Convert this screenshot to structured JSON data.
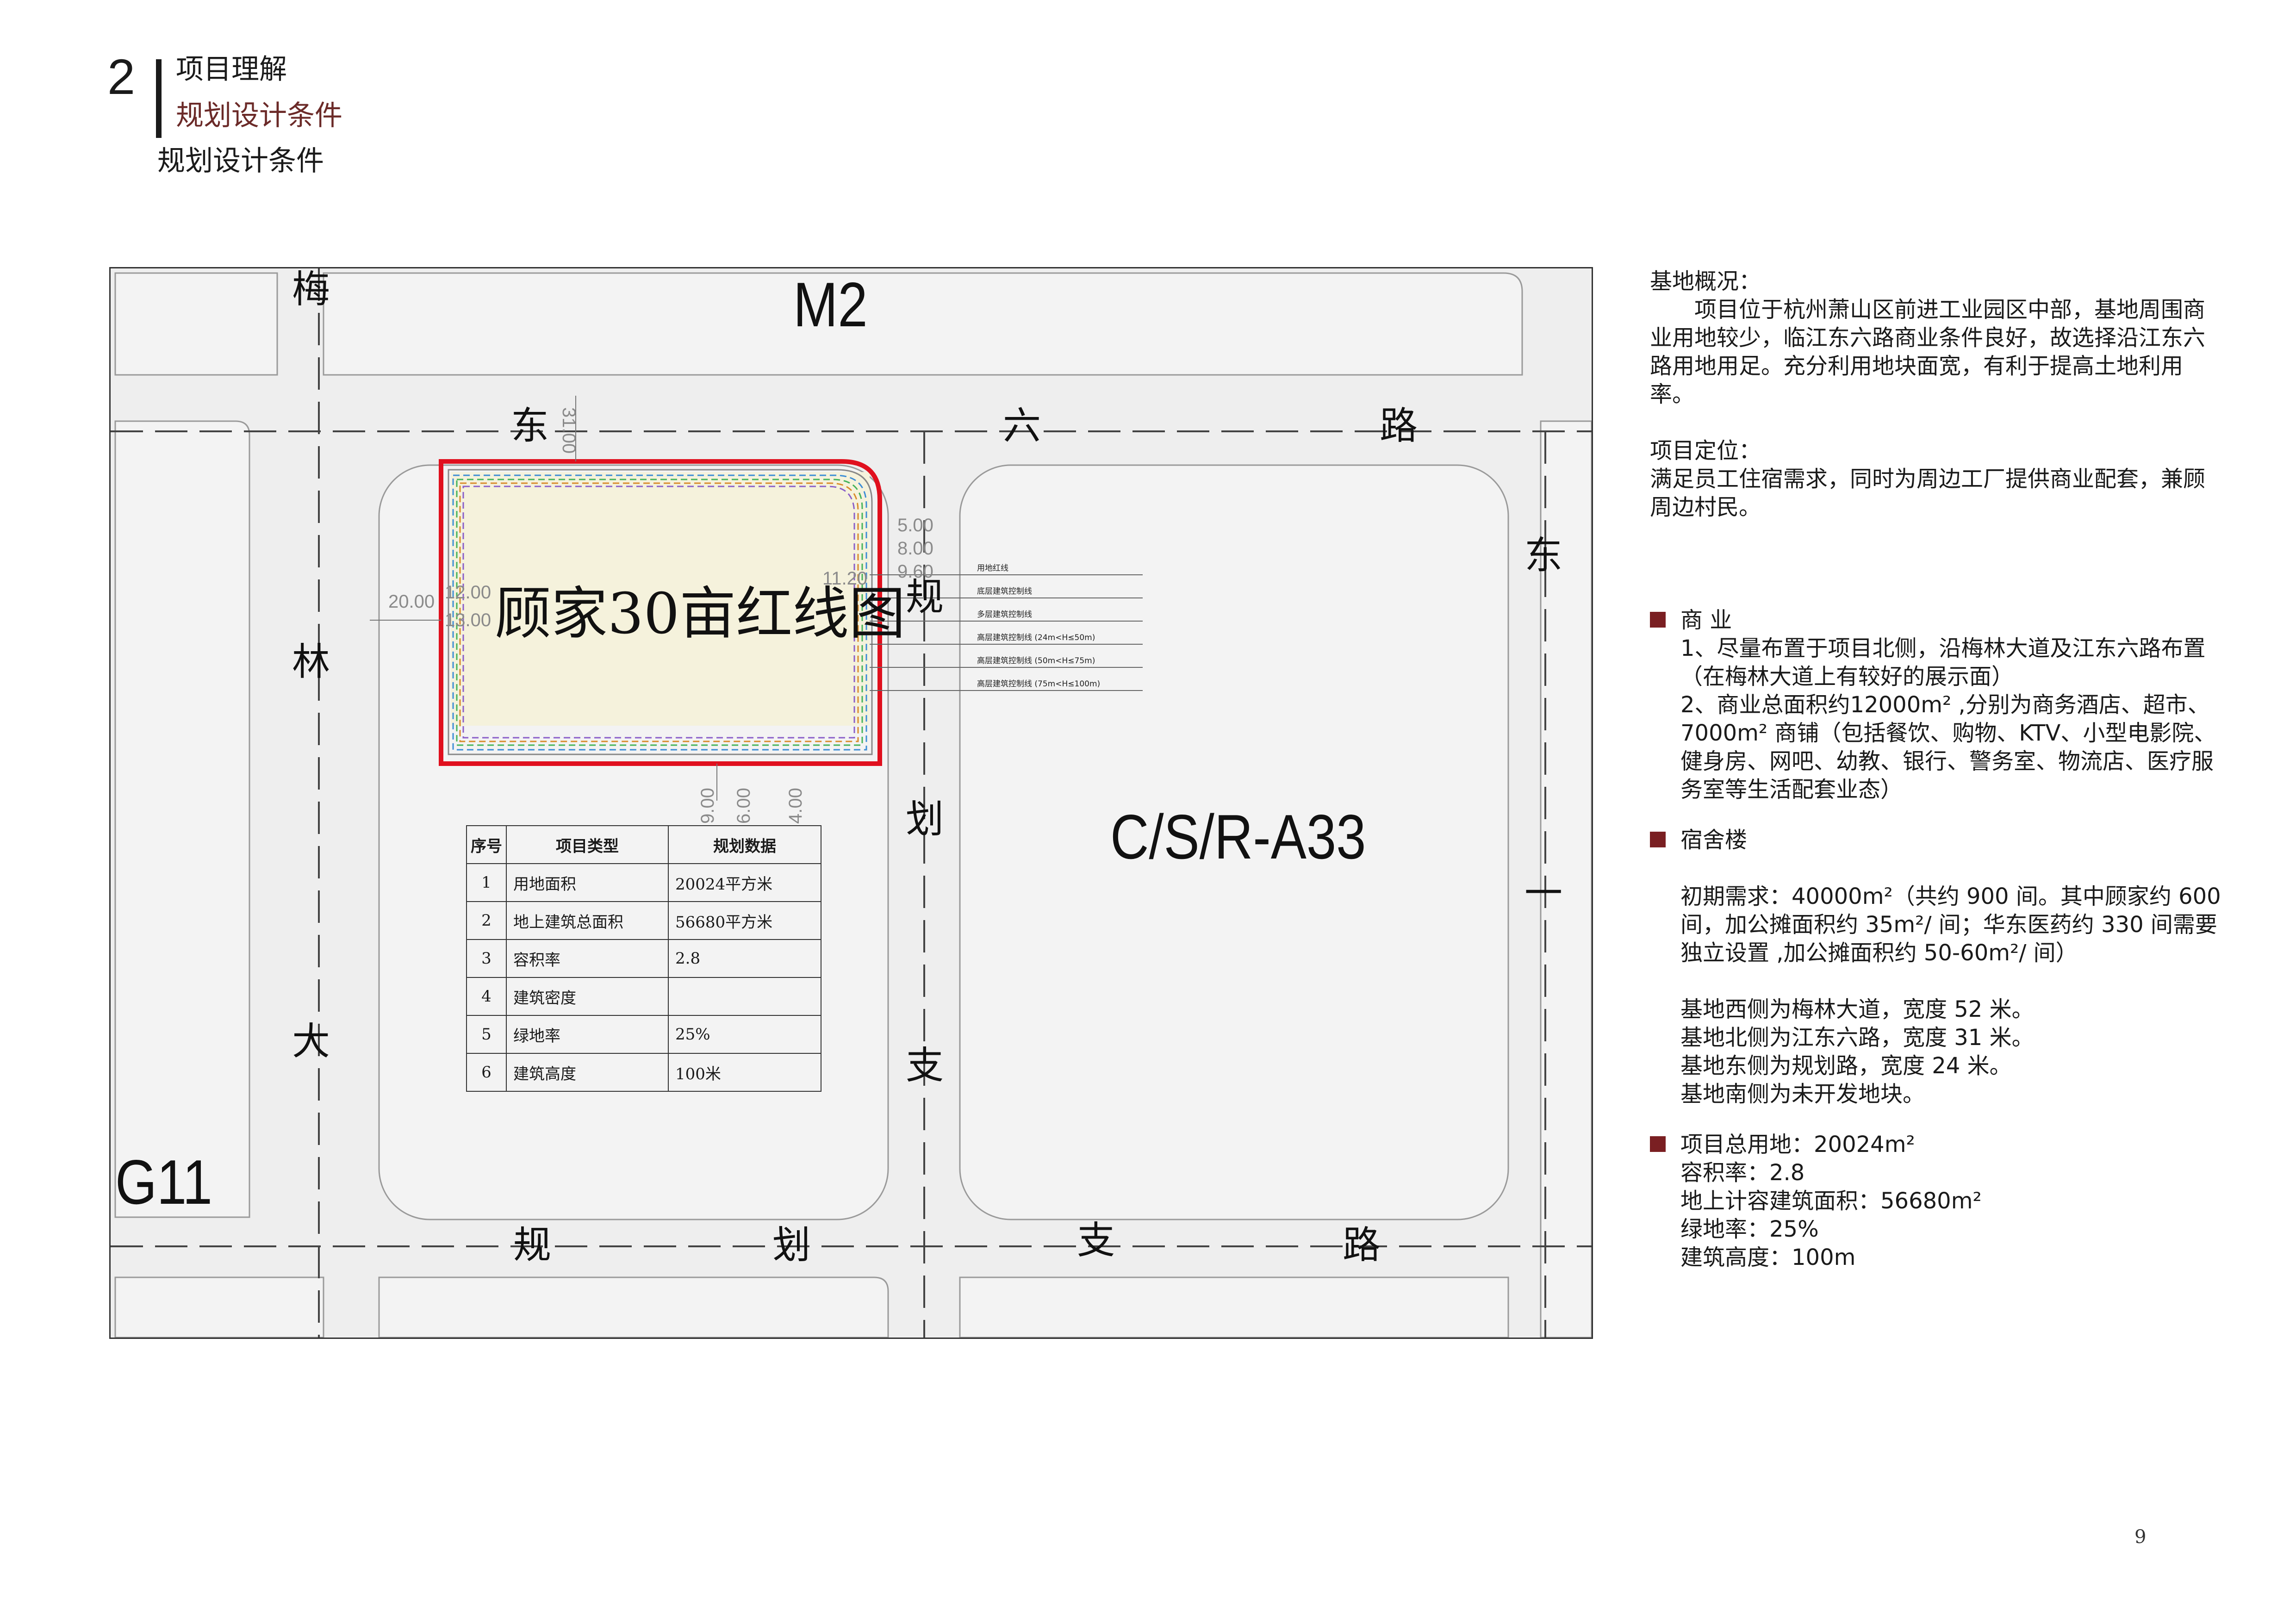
{
  "header": {
    "section_number": "2",
    "section_title": "项目理解",
    "section_subtitle": "规划设计条件",
    "page_heading": "规划设计条件"
  },
  "plan": {
    "roads": {
      "north_char_1": "东",
      "north_char_2": "六",
      "north_char_3": "路",
      "west_char_1": "梅",
      "west_char_2": "林",
      "west_char_3": "大",
      "middle_char_1": "规",
      "middle_char_2": "划",
      "middle_char_3": "支",
      "south_char_1": "规",
      "south_char_2": "划",
      "south_char_3": "支",
      "south_char_4": "路",
      "east_char_1": "东",
      "east_char_2": "一"
    },
    "zones": {
      "north": "M2",
      "east": "C/S/R-A33",
      "southwest": "G11"
    },
    "site_title": "顾家30亩红线图",
    "dimensions": {
      "north_setback": "31.00",
      "west_outer": "20.00",
      "west_inner_1": "12.00",
      "west_inner_2": "13.00",
      "east_1": "5.00",
      "east_2": "8.00",
      "east_3": "9.60",
      "east_4": "11.20",
      "south_1": "9.00",
      "south_2": "6.00",
      "south_3": "4.00"
    },
    "legend": [
      "用地红线",
      "底层建筑控制线",
      "多层建筑控制线",
      "高层建筑控制线 (24m<H≤50m)",
      "高层建筑控制线 (50m<H≤75m)",
      "高层建筑控制线 (75m<H≤100m)"
    ],
    "table": {
      "headers": [
        "序号",
        "项目类型",
        "规划数据"
      ],
      "rows": [
        [
          "1",
          "用地面积",
          "20024平方米"
        ],
        [
          "2",
          "地上建筑总面积",
          "56680平方米"
        ],
        [
          "3",
          "容积率",
          "2.8"
        ],
        [
          "4",
          "建筑密度",
          ""
        ],
        [
          "5",
          "绿地率",
          "25%"
        ],
        [
          "6",
          "建筑高度",
          "100米"
        ]
      ]
    }
  },
  "overview": {
    "title": "基地概况：",
    "text": "项目位于杭州萧山区前进工业园区中部，基地周围商业用地较少，临江东六路商业条件良好，故选择沿江东六路用地用足。充分利用地块面宽，有利于提高土地利用率。"
  },
  "positioning": {
    "title": "项目定位：",
    "text": "满足员工住宿需求，同时为周边工厂提供商业配套，兼顾周边村民。"
  },
  "commerce": {
    "title": "商 业",
    "item1": "1、尽量布置于项目北侧，沿梅林大道及江东六路布置（在梅林大道上有较好的展示面）",
    "item2": "2、商业总面积约12000m² ,分别为商务酒店、超市、7000m² 商铺（包括餐饮、购物、KTV、小型电影院、健身房、网吧、幼教、银行、警务室、物流店、医疗服务室等生活配套业态）"
  },
  "dorm": {
    "title": "宿舍楼",
    "demand": "初期需求：40000m²（共约 900 间。其中顾家约 600 间，加公摊面积约 35m²/ 间；华东医药约 330 间需要独立设置 ,加公摊面积约 50-60m²/ 间）",
    "west": "基地西侧为梅林大道，宽度 52 米。",
    "north": "基地北侧为江东六路，宽度 31 米。",
    "east": "基地东侧为规划路，宽度 24 米。",
    "south": "基地南侧为未开发地块。"
  },
  "summary": {
    "land": "项目总用地：20024m²",
    "far": "容积率：2.8",
    "gfa": "地上计容建筑面积：56680m²",
    "green": "绿地率：25%",
    "height": "建筑高度：100m"
  },
  "page_number": "9",
  "colors": {
    "accent": "#7a1f22",
    "redline": "#e0101e",
    "site_fill": "#f5f2dc",
    "road_block": "#f2f2f2"
  }
}
